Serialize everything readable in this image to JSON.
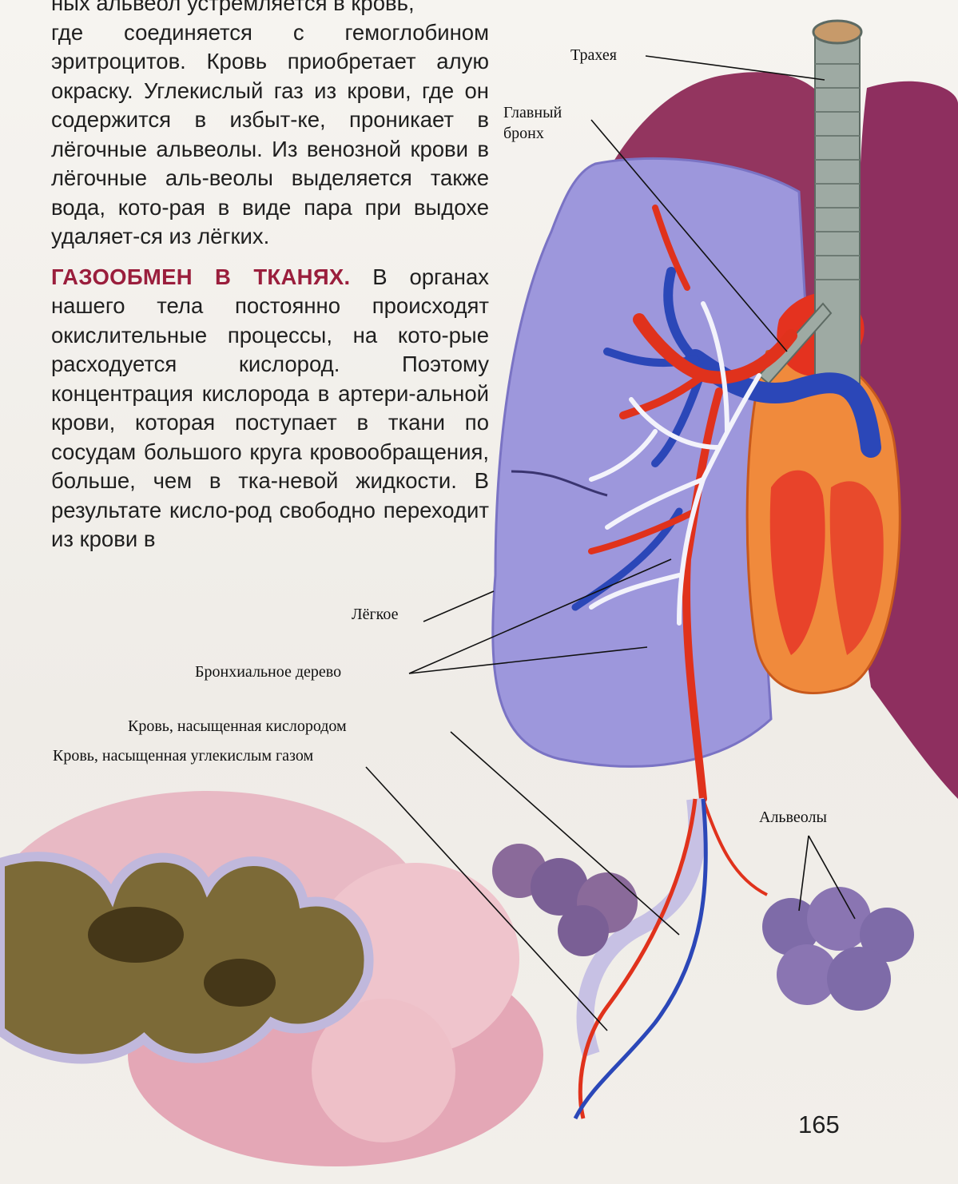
{
  "text": {
    "line0": "ных альвеол устремляется в кровь,",
    "para1": "где соединяется с гемоглобином эритроцитов. Кровь приобретает алую окраску. Углекислый газ из крови, где он содержится в избыт-ке, проникает в лёгочные альвеолы. Из венозной крови в лёгочные аль-веолы выделяется также вода, кото-рая в виде пара при выдохе удаляет-ся из лёгких.",
    "heading": "ГАЗООБМЕН В ТКАНЯХ.",
    "para2": " В органах нашего тела постоянно происходят окислительные процессы, на кото-рые расходуется кислород. Поэтому концентрация кислорода в артери-альной крови, которая поступает в ткани по сосудам большого круга кровообращения, больше, чем в тка-невой жидкости. В результате кисло-род свободно переходит из крови в"
  },
  "labels": {
    "trachea": "Трахея",
    "main_bronchus_1": "Главный",
    "main_bronchus_2": "бронх",
    "lung": "Лёгкое",
    "bronchial_tree": "Бронхиальное дерево",
    "oxygen_blood": "Кровь, насыщенная кислородом",
    "co2_blood": "Кровь, насыщенная углекислым газом",
    "alveoli": "Альвеолы"
  },
  "page_number": "165",
  "colors": {
    "heading": "#9a1e3c",
    "artery": "#e0321c",
    "vein": "#2b47b8",
    "lung_tissue": "#9a93d6",
    "outer_lung": "#8c2f5e"
  }
}
